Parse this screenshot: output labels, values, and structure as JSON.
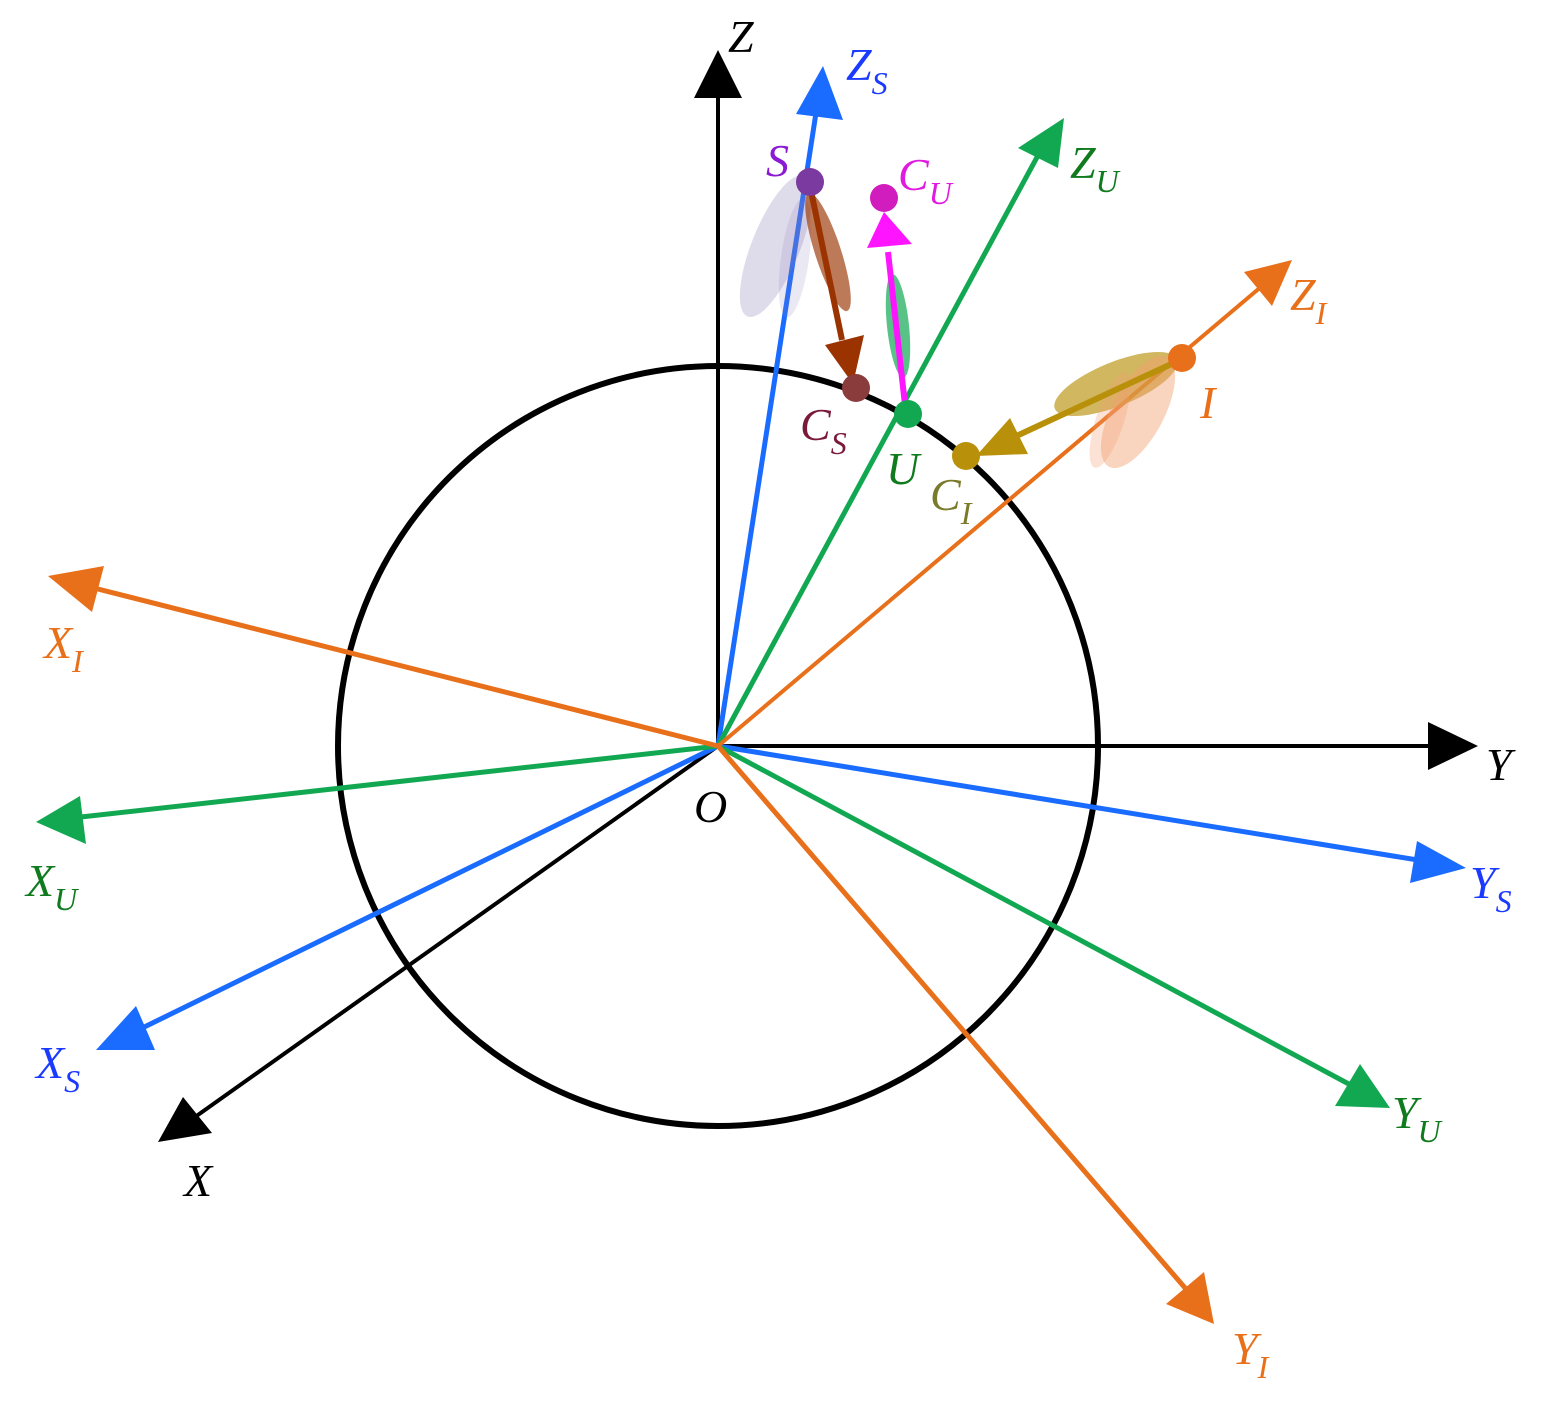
{
  "colors": {
    "world": "#000000",
    "sat": "#1a6bff",
    "uav": "#12a852",
    "iot": "#e8701a",
    "point_S": "#7a3aa0",
    "point_CS": "#8a3b3b",
    "point_CU": "#d21dbe",
    "point_CI": "#b8900a",
    "arrow_CS": "#9a3300",
    "arrow_CU": "#ff14ff",
    "arrow_CI": "#b8900a"
  },
  "axes": {
    "world": {
      "x": "X",
      "y": "Y",
      "z": "Z"
    },
    "sat": {
      "x_main": "X",
      "x_sub": "S",
      "y_main": "Y",
      "y_sub": "S",
      "z_main": "Z",
      "z_sub": "S"
    },
    "uav": {
      "x_main": "X",
      "x_sub": "U",
      "y_main": "Y",
      "y_sub": "U",
      "z_main": "Z",
      "z_sub": "U"
    },
    "iot": {
      "x_main": "X",
      "x_sub": "I",
      "y_main": "Y",
      "y_sub": "I",
      "z_main": "Z",
      "z_sub": "I"
    }
  },
  "origin": "O",
  "points": {
    "S": "S",
    "U": "U",
    "I": "I",
    "CS_main": "C",
    "CS_sub": "S",
    "CU_main": "C",
    "CU_sub": "U",
    "CI_main": "C",
    "CI_sub": "I"
  }
}
